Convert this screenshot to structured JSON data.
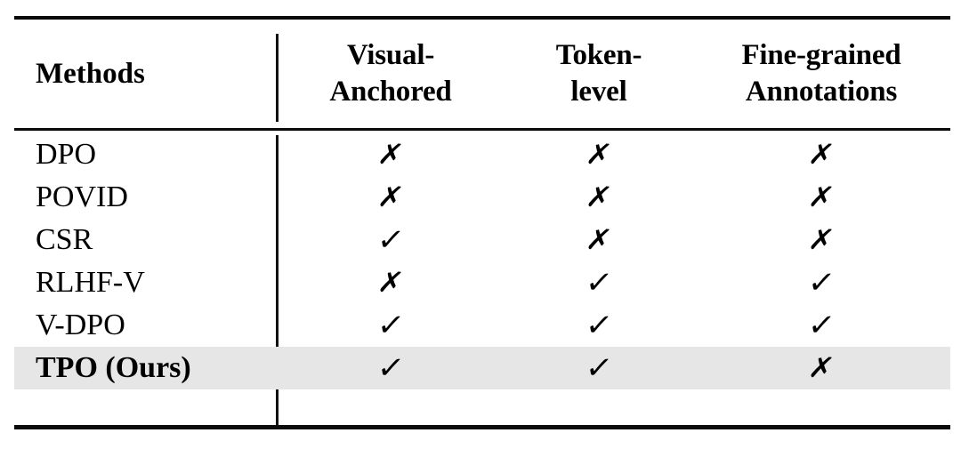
{
  "table": {
    "columns": [
      {
        "key": "method",
        "label": "Methods",
        "align": "left"
      },
      {
        "key": "visual_anchored",
        "label_line1": "Visual-",
        "label_line2": "Anchored",
        "align": "center"
      },
      {
        "key": "token_level",
        "label_line1": "Token-",
        "label_line2": "level",
        "align": "center"
      },
      {
        "key": "fine_grained",
        "label_line1": "Fine-grained",
        "label_line2": "Annotations",
        "align": "center"
      }
    ],
    "marks": {
      "yes": "✓",
      "no": "✗",
      "yes_name": "check-icon",
      "no_name": "cross-icon"
    },
    "rows": [
      {
        "method": "DPO",
        "visual_anchored": "✗",
        "token_level": "✗",
        "fine_grained": "✗",
        "highlight": false
      },
      {
        "method": "POVID",
        "visual_anchored": "✗",
        "token_level": "✗",
        "fine_grained": "✗",
        "highlight": false
      },
      {
        "method": "CSR",
        "visual_anchored": "✓",
        "token_level": "✗",
        "fine_grained": "✗",
        "highlight": false
      },
      {
        "method": "RLHF-V",
        "visual_anchored": "✗",
        "token_level": "✓",
        "fine_grained": "✓",
        "highlight": false
      },
      {
        "method": "V-DPO",
        "visual_anchored": "✓",
        "token_level": "✓",
        "fine_grained": "✓",
        "highlight": false
      },
      {
        "method": "TPO (Ours)",
        "visual_anchored": "✓",
        "token_level": "✓",
        "fine_grained": "✗",
        "highlight": true
      }
    ]
  },
  "colors": {
    "background": "#ffffff",
    "text": "#000000",
    "rule": "#0a0a0a",
    "highlight_row": "#e6e6e6"
  }
}
